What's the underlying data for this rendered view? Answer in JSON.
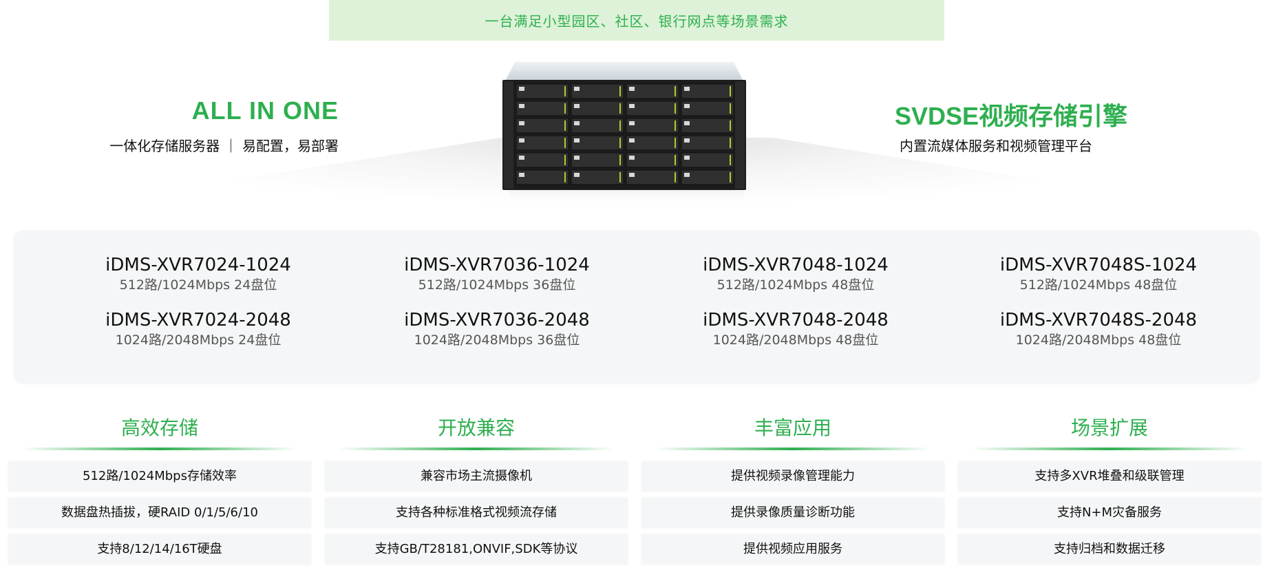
{
  "banner": {
    "text": "一台满足小型园区、社区、银行网点等场景需求"
  },
  "hero": {
    "left": {
      "title": "ALL IN ONE",
      "subtitle": "一体化存储服务器 ｜ 易配置，易部署"
    },
    "right": {
      "title": "SVDSE视频存储引擎",
      "subtitle": "内置流媒体服务和视频管理平台"
    }
  },
  "models": [
    {
      "name_a": "iDMS-XVR7024-1024",
      "spec_a": "512路/1024Mbps 24盘位",
      "name_b": "iDMS-XVR7024-2048",
      "spec_b": "1024路/2048Mbps 24盘位"
    },
    {
      "name_a": "iDMS-XVR7036-1024",
      "spec_a": "512路/1024Mbps 36盘位",
      "name_b": "iDMS-XVR7036-2048",
      "spec_b": "1024路/2048Mbps 36盘位"
    },
    {
      "name_a": "iDMS-XVR7048-1024",
      "spec_a": "512路/1024Mbps 48盘位",
      "name_b": "iDMS-XVR7048-2048",
      "spec_b": "1024路/2048Mbps 48盘位"
    },
    {
      "name_a": "iDMS-XVR7048S-1024",
      "spec_a": "512路/1024Mbps 48盘位",
      "name_b": "iDMS-XVR7048S-2048",
      "spec_b": "1024路/2048Mbps 48盘位"
    }
  ],
  "features": [
    {
      "title": "高效存储",
      "items": [
        "512路/1024Mbps存储效率",
        "数据盘热插拔，硬RAID 0/1/5/6/10",
        "支持8/12/14/16T硬盘"
      ]
    },
    {
      "title": "开放兼容",
      "items": [
        "兼容市场主流摄像机",
        "支持各种标准格式视频流存储",
        "支持GB/T28181,ONVIF,SDK等协议"
      ]
    },
    {
      "title": "丰富应用",
      "items": [
        "提供视频录像管理能力",
        "提供录像质量诊断功能",
        "提供视频应用服务"
      ]
    },
    {
      "title": "场景扩展",
      "items": [
        "支持多XVR堆叠和级联管理",
        "支持N+M灾备服务",
        "支持归档和数据迁移"
      ]
    }
  ]
}
